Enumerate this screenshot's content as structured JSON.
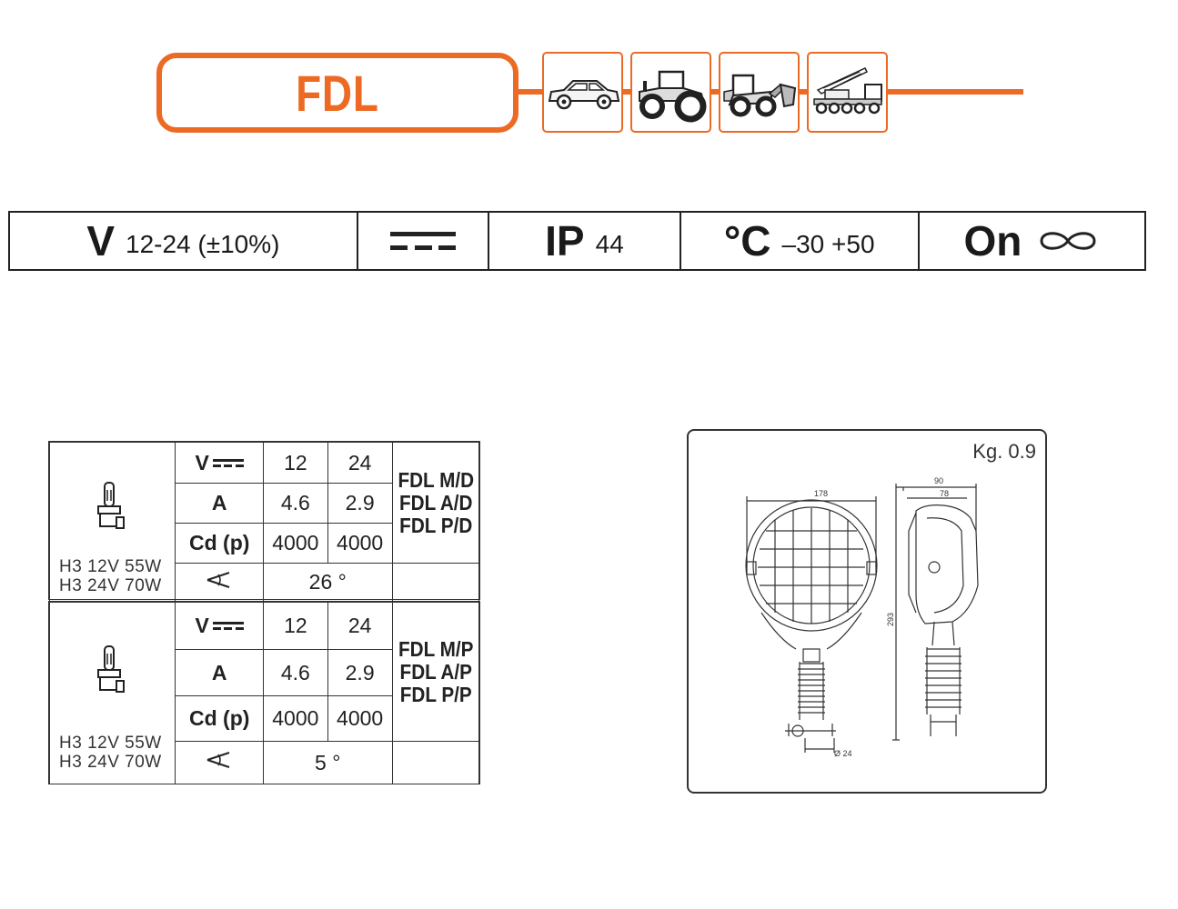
{
  "header": {
    "product": "FDL",
    "accent_color": "#ec6a24",
    "vehicle_icons": [
      "car-icon",
      "tractor-icon",
      "wheel-loader-icon",
      "crane-truck-icon"
    ]
  },
  "specs": {
    "voltage_symbol": "V",
    "voltage_range": "12-24 (±10%)",
    "current_type_icon": "direct-current-icon",
    "ip_label": "IP",
    "ip_value": "44",
    "temp_symbol": "°C",
    "temp_range": "–30 +50",
    "on_label": "On",
    "on_duration_icon": "infinity-icon"
  },
  "tables": [
    {
      "lamp_icon": "h3-bulb-icon",
      "lamp_types": [
        "H3 12V 55W",
        "H3 24V 70W"
      ],
      "rows": {
        "voltage": {
          "label": "V",
          "values": [
            "12",
            "24"
          ]
        },
        "amps": {
          "label": "A",
          "values": [
            "4.6",
            "2.9"
          ]
        },
        "candela": {
          "label": "Cd (p)",
          "values": [
            "4000",
            "4000"
          ]
        },
        "angle": {
          "label_icon": "beam-angle-icon",
          "value": "26 °"
        }
      },
      "models": [
        "FDL M/D",
        "FDL A/D",
        "FDL P/D"
      ]
    },
    {
      "lamp_icon": "h3-bulb-icon",
      "lamp_types": [
        "H3 12V 55W",
        "H3 24V 70W"
      ],
      "rows": {
        "voltage": {
          "label": "V",
          "values": [
            "12",
            "24"
          ]
        },
        "amps": {
          "label": "A",
          "values": [
            "4.6",
            "2.9"
          ]
        },
        "candela": {
          "label": "Cd (p)",
          "values": [
            "4000",
            "4000"
          ]
        },
        "angle": {
          "label_icon": "beam-angle-icon",
          "value": "5 °"
        }
      },
      "models": [
        "FDL M/P",
        "FDL A/P",
        "FDL P/P"
      ]
    }
  ],
  "drawing": {
    "weight": "Kg. 0.9",
    "dimensions": {
      "width": "178",
      "depth_outer": "90",
      "depth_inner": "78",
      "height": "293",
      "base_diameter": "Ø 24"
    }
  }
}
